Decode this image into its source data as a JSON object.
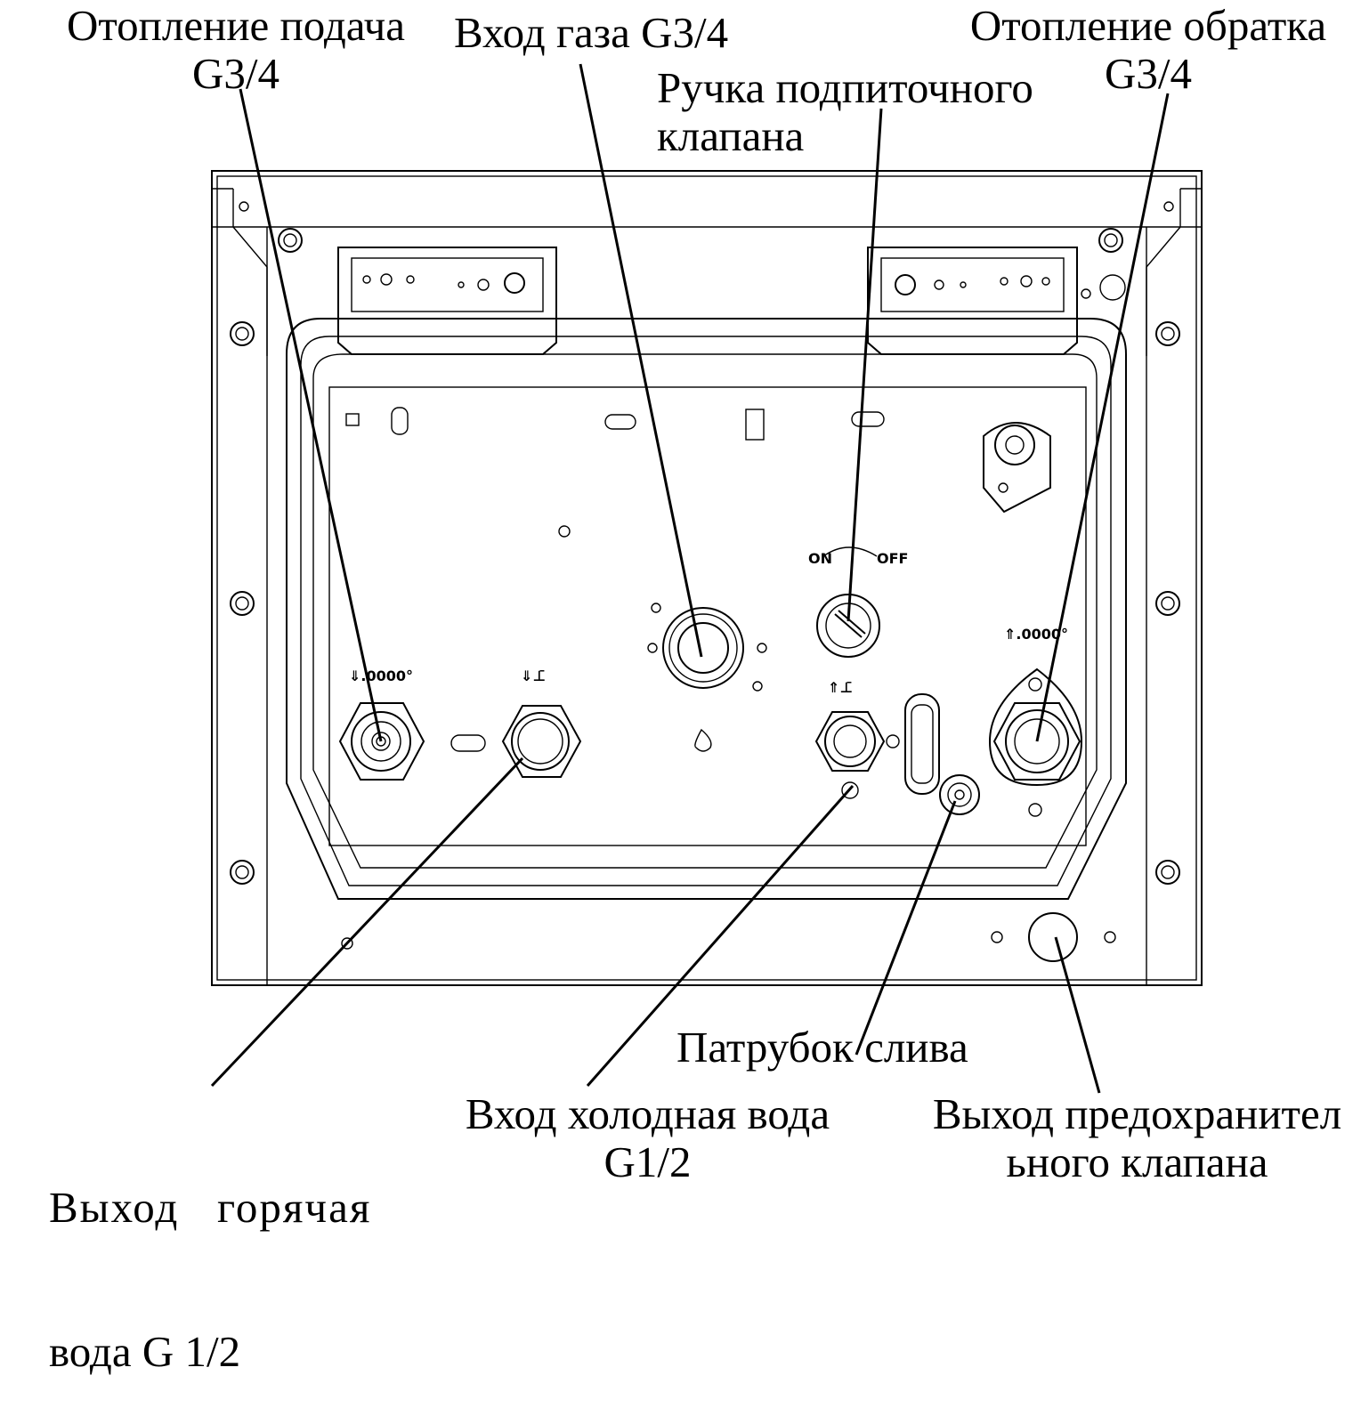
{
  "labels": {
    "heating_supply": {
      "line1": "Отопление подача",
      "line2": "G3/4"
    },
    "gas_inlet": {
      "line1": "Вход газа G3/4"
    },
    "fill_valve_handle": {
      "line1": "Ручка подпиточного",
      "line2": "клапана"
    },
    "heating_return": {
      "line1": "Отопление обратка",
      "line2": "G3/4"
    },
    "drain_pipe": {
      "line1": "Патрубок слива"
    },
    "hot_water_outlet": {
      "line1": "Выход   горячая",
      "line2": "вода G 1/2"
    },
    "cold_water_inlet": {
      "line1": "Вход холодная вода",
      "line2": "G1/2"
    },
    "safety_valve_outlet": {
      "line1": "Выход предохранител",
      "line2": "ьного клапана"
    }
  },
  "valve_markings": {
    "on": "ON",
    "off": "OFF"
  },
  "colors": {
    "line": "#000000",
    "background": "#ffffff"
  }
}
